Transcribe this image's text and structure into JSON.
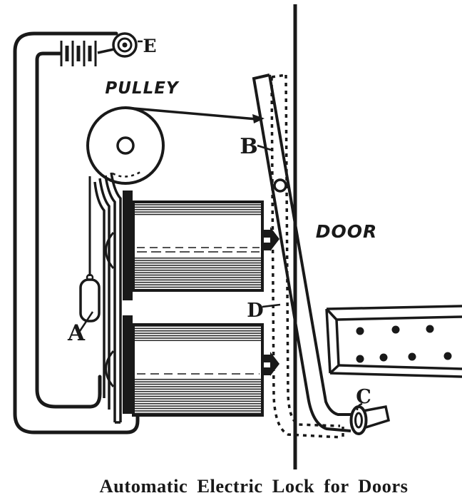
{
  "figure": {
    "caption": "Automatic Electric Lock for Doors",
    "labels": {
      "pulley": "PULLEY",
      "door": "DOOR",
      "weight_a": "A",
      "lever_b": "B",
      "handle_c": "C",
      "dashed_d": "D",
      "terminal_e": "E"
    },
    "colors": {
      "ink": "#191919",
      "paper": "#ffffff"
    }
  }
}
